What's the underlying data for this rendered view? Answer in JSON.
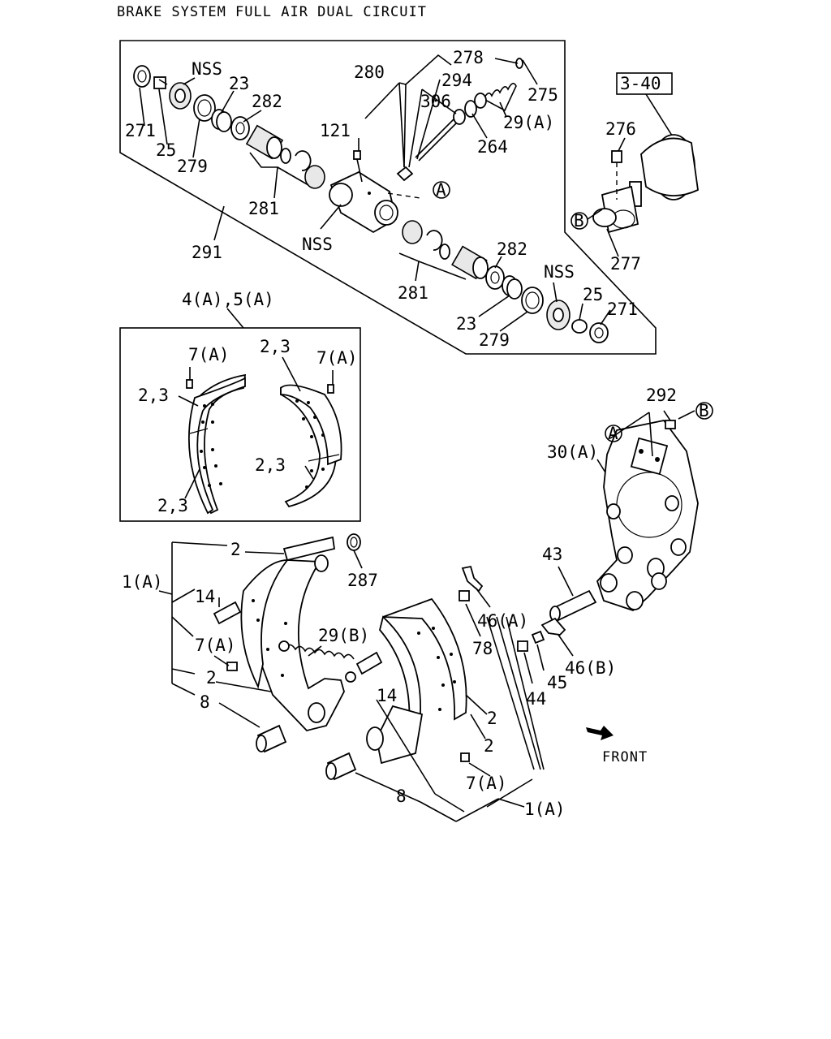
{
  "title": "BRAKE SYSTEM FULL AIR DUAL CIRCUIT",
  "labels": {
    "nss_top": "NSS",
    "p23_top": "23",
    "p282_top": "282",
    "p271_top": "271",
    "p25_top": "25",
    "p279_top": "279",
    "p280": "280",
    "p278": "278",
    "p294": "294",
    "p275": "275",
    "p306": "306",
    "p29a": "29(A)",
    "p121": "121",
    "p264": "264",
    "p281_top": "281",
    "nss_mid": "NSS",
    "p291": "291",
    "p282_bot": "282",
    "p281_bot": "281",
    "nss_bot": "NSS",
    "p25_bot": "25",
    "p271_bot": "271",
    "p23_bot": "23",
    "p279_bot": "279",
    "ref_340": "3-40",
    "p276": "276",
    "p277": "277",
    "p4a5a": "4(A),5(A)",
    "lining_7a_left": "7(A)",
    "lining_23_top": "2,3",
    "lining_7a_right": "7(A)",
    "lining_23_left": "2,3",
    "lining_23_right": "2,3",
    "lining_23_bottom": "2,3",
    "p292": "292",
    "p30a": "30(A)",
    "p2_top": "2",
    "p287": "287",
    "p1a_left": "1(A)",
    "p14_left": "14",
    "p7a_left": "7(A)",
    "p29b": "29(B)",
    "p2_left": "2",
    "p8_left": "8",
    "p43": "43",
    "p46a": "46(A)",
    "p78": "78",
    "p46b": "46(B)",
    "p45": "45",
    "p44": "44",
    "p14_mid": "14",
    "p2_r1": "2",
    "p2_r2": "2",
    "p7a_bottom": "7(A)",
    "p8_bottom": "8",
    "p1a_bottom": "1(A)",
    "front": "FRONT",
    "ref_a_top": "A",
    "ref_b_top": "B",
    "ref_a_plate": "A",
    "ref_b_plate": "B"
  }
}
